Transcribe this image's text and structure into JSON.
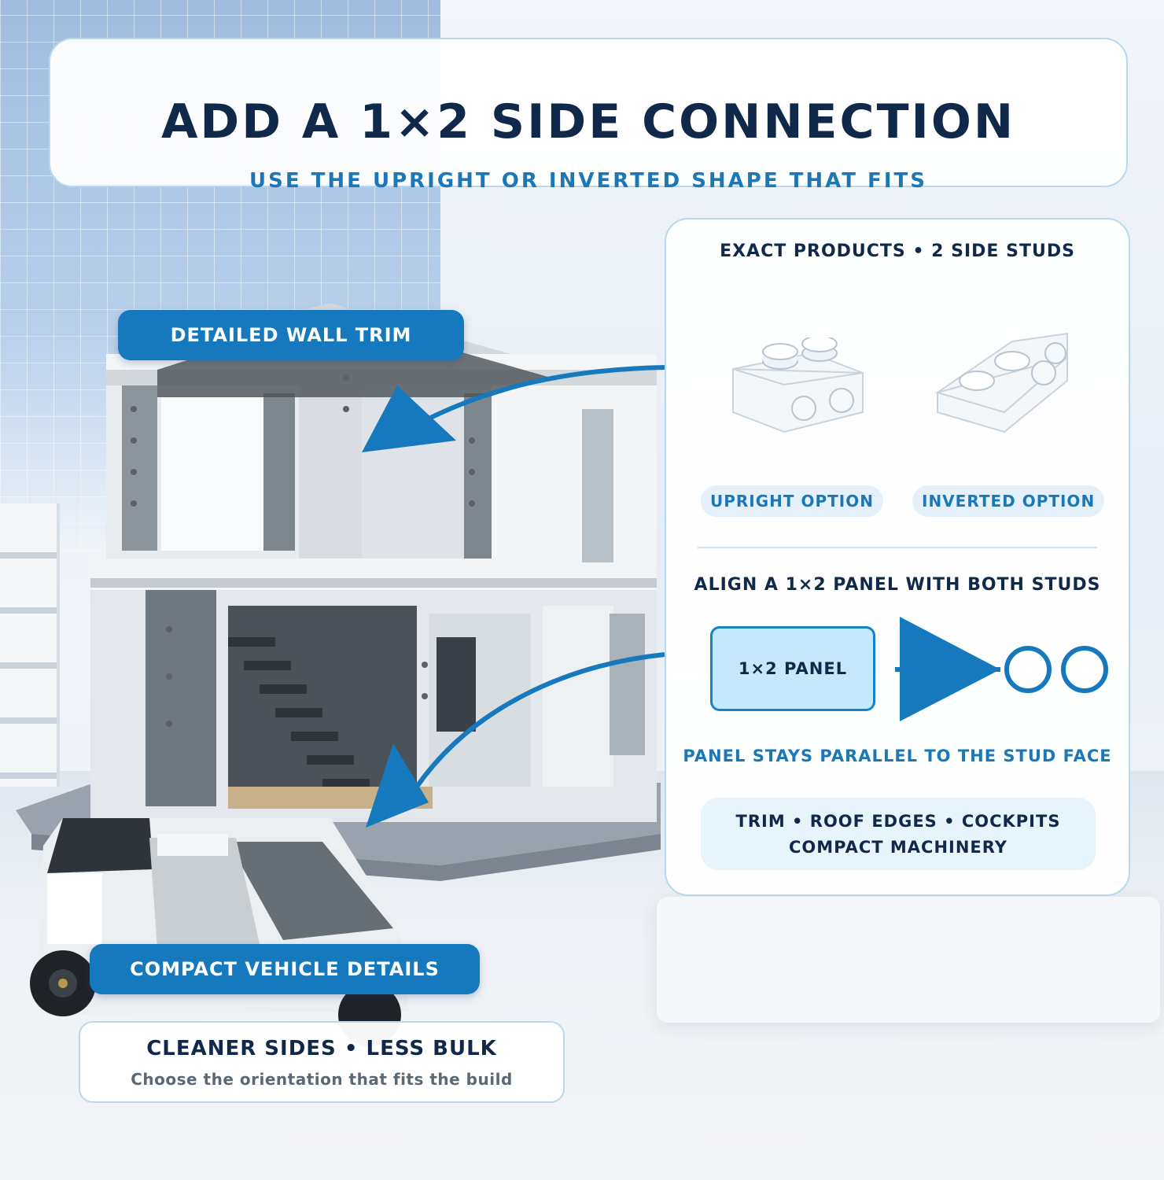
{
  "header": {
    "title": "ADD A 1×2 SIDE CONNECTION",
    "subtitle": "USE THE UPRIGHT OR INVERTED SHAPE THAT FITS"
  },
  "info_panel": {
    "heading": "EXACT PRODUCTS • 2 SIDE STUDS",
    "options": [
      {
        "label": "UPRIGHT OPTION",
        "image": "upright-bracket-piece"
      },
      {
        "label": "INVERTED OPTION",
        "image": "inverted-bracket-piece"
      }
    ],
    "align_heading": "ALIGN A 1×2 PANEL WITH BOTH STUDS",
    "panel_label": "1×2 PANEL",
    "parallel_text": "PANEL STAYS PARALLEL TO THE STUD FACE",
    "uses_line1": "TRIM • ROOF EDGES • COCKPITS",
    "uses_line2": "COMPACT MACHINERY"
  },
  "callouts": {
    "wall_trim": "DETAILED WALL TRIM",
    "vehicle": "COMPACT VEHICLE DETAILS"
  },
  "caption": {
    "main": "CLEANER SIDES • LESS BULK",
    "sub": "Choose the orientation that fits the build"
  },
  "colors": {
    "accent": "#1679be",
    "navy": "#10294a",
    "light_blue": "#c6e8fb"
  }
}
